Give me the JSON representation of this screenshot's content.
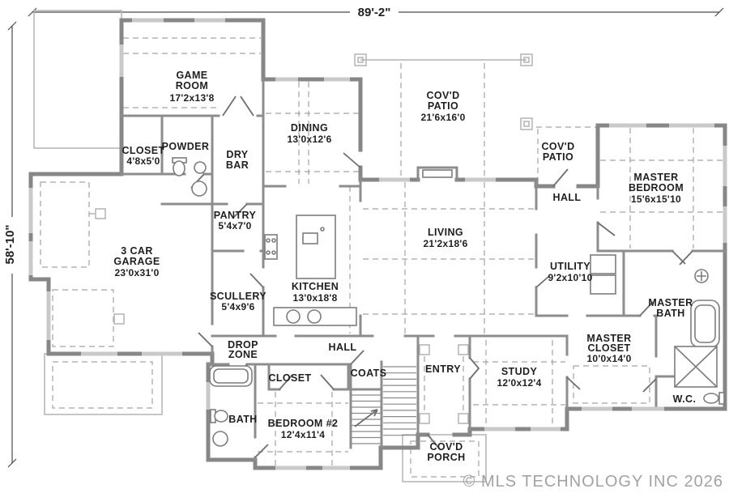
{
  "dimensions": {
    "width_label": "89'-2\"",
    "height_label": "58'-10\""
  },
  "watermark": "© MLS TECHNOLOGY INC 2026",
  "colors": {
    "walls": "#878787",
    "windows": "#c9c9c9",
    "dashed_lines": "#a3a3a3",
    "text": "#1f1f1f",
    "watermark": "#a2a2a2",
    "background": "#ffffff"
  },
  "rooms": {
    "game_room": {
      "line1": "GAME",
      "line2": "ROOM",
      "dims": "17'2x13'8"
    },
    "closet_game": {
      "line1": "CLOSET",
      "dims": "4'8x5'0"
    },
    "powder": {
      "line1": "POWDER"
    },
    "dry_bar": {
      "line1": "DRY",
      "line2": "BAR"
    },
    "dining": {
      "line1": "DINING",
      "dims": "13'0x12'6"
    },
    "covd_patio_main": {
      "line1": "COV'D",
      "line2": "PATIO",
      "dims": "21'6x16'0"
    },
    "covd_patio_rear": {
      "line1": "COV'D",
      "line2": "PATIO"
    },
    "master_bedroom": {
      "line1": "MASTER",
      "line2": "BEDROOM",
      "dims": "15'6x15'10"
    },
    "hall_rear": {
      "line1": "HALL"
    },
    "utility": {
      "line1": "UTILITY",
      "dims": "9'2x10'10"
    },
    "living": {
      "line1": "LIVING",
      "dims": "21'2x18'6"
    },
    "pantry": {
      "line1": "PANTRY",
      "dims": "5'4x7'0"
    },
    "scullery": {
      "line1": "SCULLERY",
      "dims": "5'4x9'6"
    },
    "kitchen": {
      "line1": "KITCHEN",
      "dims": "13'0x18'8"
    },
    "garage": {
      "line1": "3 CAR",
      "line2": "GARAGE",
      "dims": "23'0x31'0"
    },
    "master_bath": {
      "line1": "MASTER",
      "line2": "BATH"
    },
    "master_closet": {
      "line1": "MASTER",
      "line2": "CLOSET",
      "dims": "10'0x14'0"
    },
    "wc": {
      "line1": "W.C."
    },
    "drop_zone": {
      "line1": "DROP",
      "line2": "ZONE"
    },
    "hall_main": {
      "line1": "HALL"
    },
    "closet_bed2": {
      "line1": "CLOSET"
    },
    "coats": {
      "line1": "COATS"
    },
    "entry": {
      "line1": "ENTRY"
    },
    "study": {
      "line1": "STUDY",
      "dims": "12'0x12'4"
    },
    "bath2": {
      "line1": "BATH"
    },
    "bedroom2": {
      "line1": "BEDROOM #2",
      "dims": "12'4x11'4"
    },
    "covd_porch": {
      "line1": "COV'D",
      "line2": "PORCH"
    }
  }
}
